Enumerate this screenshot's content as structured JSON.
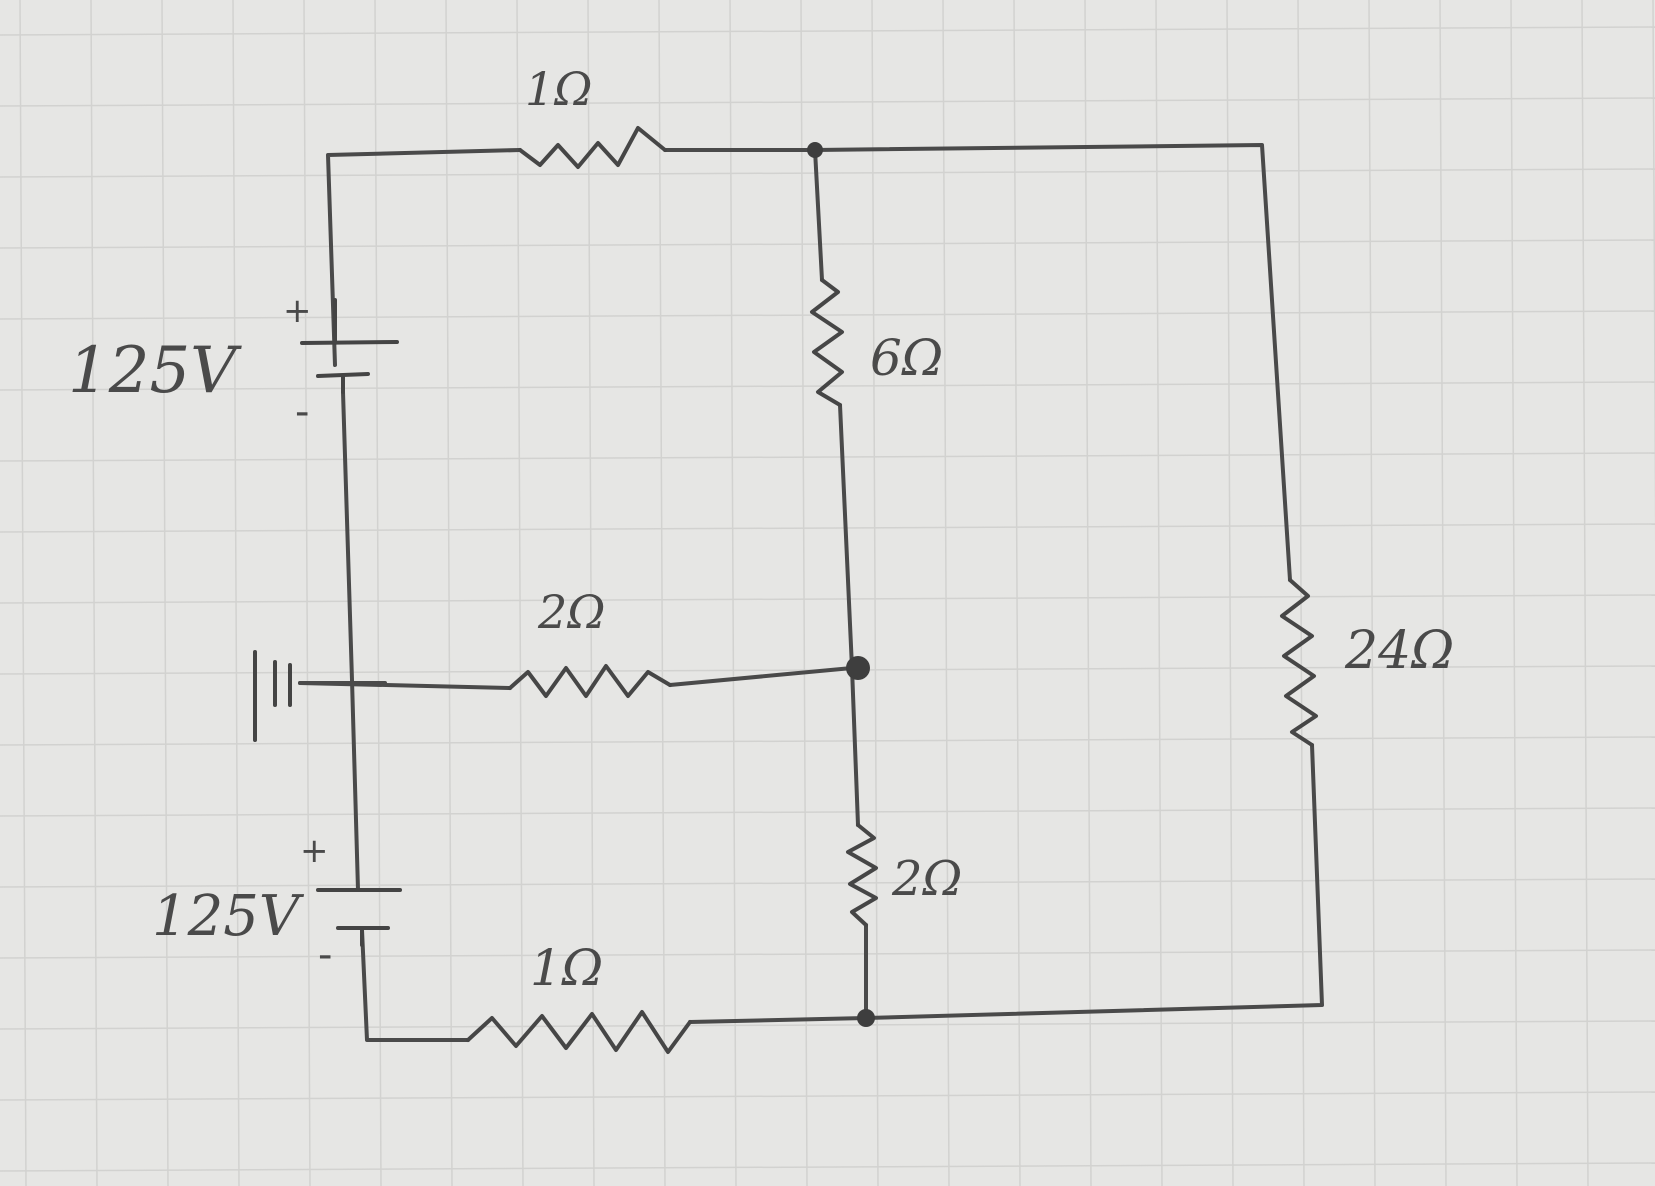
{
  "circuit": {
    "source_top": {
      "label": "125V",
      "plus": "+",
      "minus": "-"
    },
    "source_bottom": {
      "label": "125V",
      "plus": "+",
      "minus": "-"
    },
    "r_top": "1Ω",
    "r_middle_vertical": "6Ω",
    "r_middle_horizontal": "2Ω",
    "r_lower_vertical": "2Ω",
    "r_bottom": "1Ω",
    "r_right": "24Ω"
  },
  "colors": {
    "paper": "#e6e6e4",
    "grid": "#d2d2d0",
    "pencil": "#4a4a4a"
  }
}
